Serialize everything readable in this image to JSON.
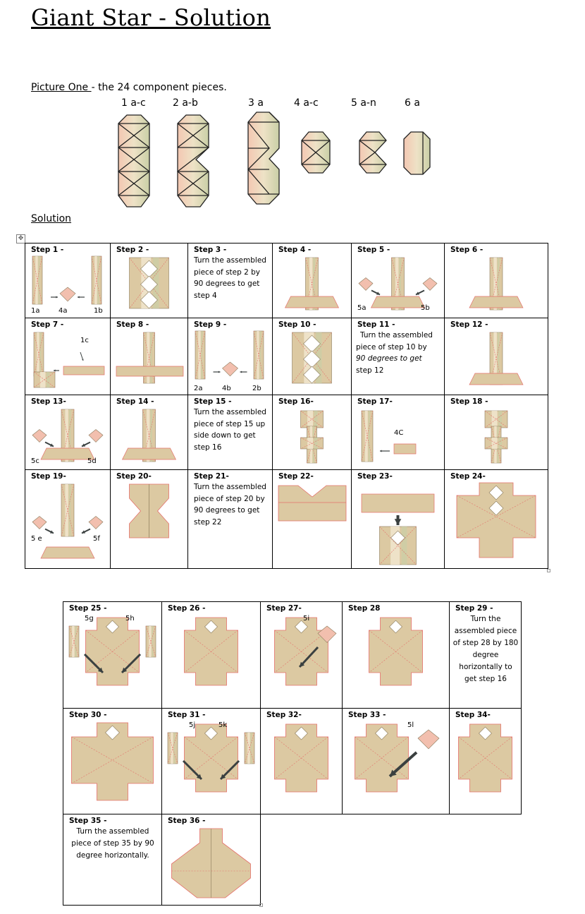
{
  "title": "Giant Star - Solution",
  "picture_one": {
    "label": "Picture One ",
    "suffix": "- the 24 component pieces.",
    "piece_labels": [
      "1 a-c",
      "2 a-b",
      "3 a",
      "4 a-c",
      "5 a-n",
      "6 a"
    ]
  },
  "solution_heading": "Solution",
  "table_handle": "✥",
  "steps_a": [
    {
      "label": "Step 1  -",
      "parts": [
        "1a",
        "4a",
        "1b"
      ]
    },
    {
      "label": "Step 2  -"
    },
    {
      "label": "Step 3  -",
      "text": "Turn the assembled piece of step 2 by 90 degrees to get step 4"
    },
    {
      "label": "Step 4  -"
    },
    {
      "label": "Step 5  -",
      "parts": [
        "5a",
        "5b"
      ]
    },
    {
      "label": "Step 6  -"
    },
    {
      "label": "Step 7  -",
      "parts": [
        "1c"
      ]
    },
    {
      "label": "Step 8  -"
    },
    {
      "label": "Step 9  -",
      "parts": [
        "2a",
        "4b",
        "2b"
      ]
    },
    {
      "label": "Step 10  -"
    },
    {
      "label": "Step 11  -",
      "text_lines": [
        "Turn the assembled",
        "piece of step 10 by",
        "90 degrees to get",
        "step 12"
      ]
    },
    {
      "label": "Step 12  -"
    },
    {
      "label": "Step 13-",
      "parts": [
        "5c",
        "5d"
      ]
    },
    {
      "label": "Step 14  -"
    },
    {
      "label": "Step 15  -",
      "text": "Turn the assembled piece of step 15 up side down to get step 16"
    },
    {
      "label": "Step 16-"
    },
    {
      "label": "Step 17-",
      "parts": [
        "4C"
      ]
    },
    {
      "label": "Step 18  -"
    },
    {
      "label": "Step 19-",
      "parts": [
        "5 e",
        "5f"
      ]
    },
    {
      "label": "Step 20-"
    },
    {
      "label": "Step 21-",
      "text": "Turn the assembled piece of step 20 by 90 degrees to get step 22"
    },
    {
      "label": "Step 22-"
    },
    {
      "label": "Step 23-"
    },
    {
      "label": "Step 24-"
    }
  ],
  "steps_b": [
    {
      "label": "Step 25  -",
      "parts": [
        "5g",
        "5h"
      ]
    },
    {
      "label": "Step 26  -"
    },
    {
      "label": "Step 27-",
      "parts": [
        "5i"
      ]
    },
    {
      "label": "Step 28"
    },
    {
      "label": "Step 29  -",
      "text": "Turn the assembled piece of step 28 by 180 degree horizontally  to get step 16"
    },
    {
      "label": "Step 30  -"
    },
    {
      "label": "Step 31  -",
      "parts": [
        "5j",
        "5k"
      ]
    },
    {
      "label": "Step 32-"
    },
    {
      "label": "Step 33  -",
      "parts": [
        "5l"
      ]
    },
    {
      "label": "Step 34-"
    },
    {
      "label": "Step 35  -",
      "text": "Turn the assembled piece of step 35 by 90 degree horizontally."
    },
    {
      "label": "Step 36  -"
    }
  ],
  "colors": {
    "piece_fill": "#dcc9a2",
    "piece_light": "#efe4cc",
    "piece_pink": "#f2bfae",
    "piece_green": "#c9cfa6",
    "red_line": "#e4706a",
    "arrow": "#3a4040"
  }
}
